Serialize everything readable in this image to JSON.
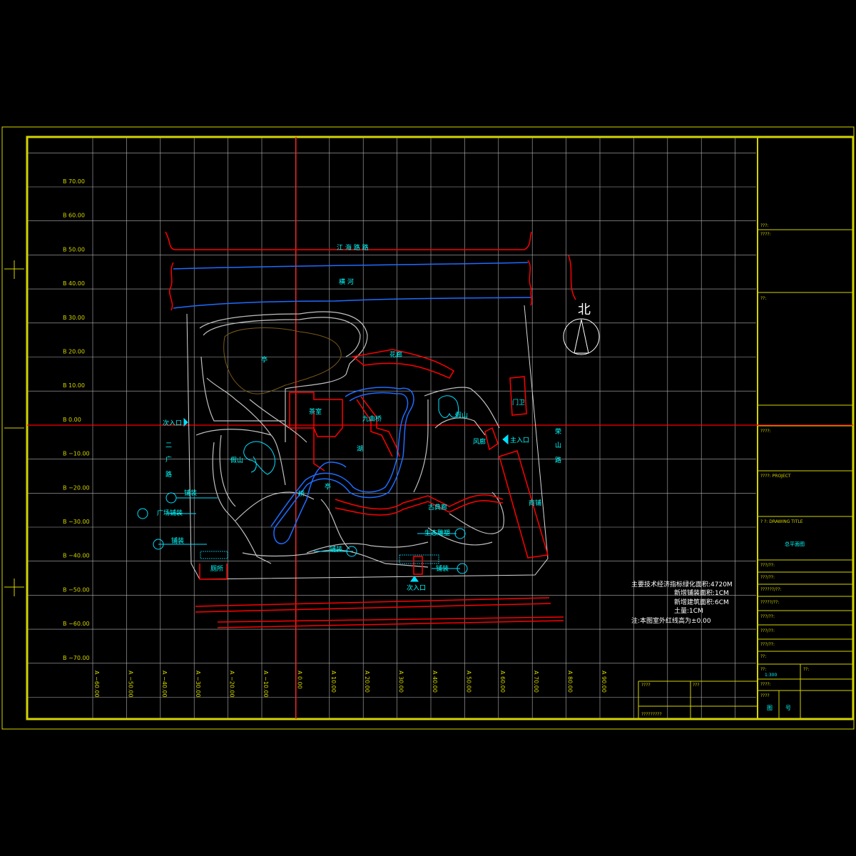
{
  "colors": {
    "background": "#000000",
    "frame": "#d4d400",
    "grid": "#b4b4b4",
    "axis": "#ff0000",
    "water": "#1e6cff",
    "annotation": "#00ffff",
    "wall": "#ff0000",
    "path": "#c8c8c8"
  },
  "grid": {
    "y_labels": [
      "B 70.00",
      "B 60.00",
      "B 50.00",
      "B 40.00",
      "B 30.00",
      "B 20.00",
      "B 10.00",
      "B 0.00",
      "B −10.00",
      "B −20.00",
      "B −30.00",
      "B −40.00",
      "B −50.00",
      "B −60.00",
      "B −70.00"
    ],
    "x_labels": [
      "A −60.00",
      "A −50.00",
      "A −40.00",
      "A −30.00",
      "A −20.00",
      "A −10.00",
      "A 0.00",
      "A 10.00",
      "A 20.00",
      "A 30.00",
      "A 40.00",
      "A 50.00",
      "A 60.00",
      "A 70.00",
      "A 80.00",
      "A 90.00"
    ]
  },
  "labels": {
    "street_top": "江 海 路 路",
    "river": "横 河",
    "north_char": "北",
    "pavilion_top": "亭",
    "flower_corridor": "花廊",
    "tea_house": "茶室",
    "nine_bridge": "九曲桥",
    "rockery_right": "假山",
    "gate_guard": "门卫",
    "main_entrance": "主入口",
    "side_entrance_left": "次入口",
    "side_entrance_bottom": "次入口",
    "road_right": "荣 山 路",
    "road_left": "二 广 路",
    "lake": "湖",
    "rockery_left": "假山",
    "gallery": "风廊",
    "pavilion_center": "亭",
    "bridge": "桥",
    "ancient_corridor": "古典廊",
    "shops": "商铺",
    "paving_left1": "铺装",
    "plaza_paving": "广场铺装",
    "paving_left2": "铺装",
    "paving_bottom": "铺装",
    "ecological_sculpture": "生态雕塑",
    "paving_right": "铺装",
    "toilet": "厕所"
  },
  "notes": {
    "line1": "主要技术经济指标绿化面积:4720M",
    "line2": "新增铺装面积:1CM",
    "line3": "新增建筑面积:6CM",
    "line4": "土量:1CM",
    "line5": "注:本图室外红线高为±0.00"
  },
  "title_block": {
    "r1": "???:",
    "r2": "????:",
    "r3": "??:",
    "r4": "????:",
    "r5": "????: PROJECT",
    "r6": "? ?: DRAWING TITLE",
    "title": "总平面图",
    "r7": "???/??:",
    "r8": "???/??:",
    "r9": "??????/??:",
    "r10": "?????/??:",
    "r11": "???/??:",
    "r12": "???/??:",
    "r13": "???/??:",
    "r14": "??:",
    "scale_label": "??:",
    "scale": "1:300",
    "r15": "??:",
    "r16": "????:",
    "r17": "????",
    "sheet_a": "图",
    "sheet_b": "号"
  },
  "bottom_block": {
    "c1": "????",
    "c2": "???",
    "c3": "?????????"
  }
}
